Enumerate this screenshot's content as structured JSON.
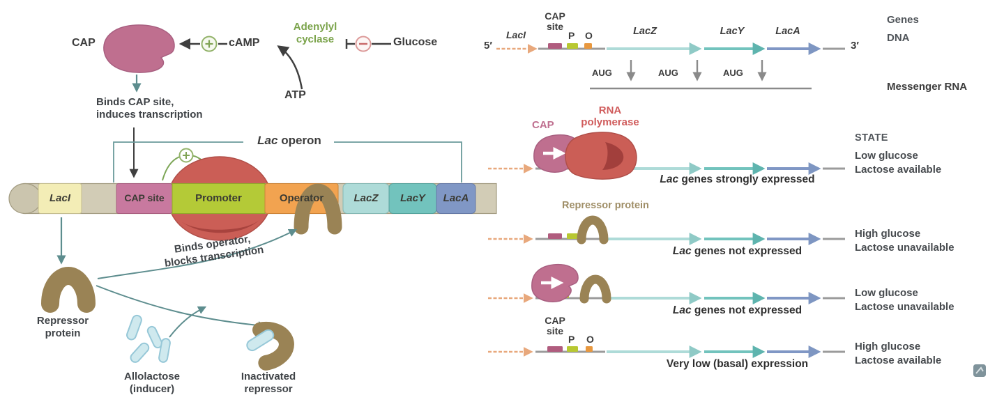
{
  "left": {
    "cap": "CAP",
    "camp": "cAMP",
    "adenylyl_cyclase": "Adenylyl\ncyclase",
    "glucose": "Glucose",
    "atp": "ATP",
    "binds_cap_note": "Binds CAP site,\ninduces transcription",
    "operon_italic": "Lac",
    "operon_rest": " operon",
    "bar": {
      "segments": [
        {
          "label": "LacI"
        },
        {
          "label": "CAP site"
        },
        {
          "label": "Promoter"
        },
        {
          "label": "Operator"
        },
        {
          "label": "LacZ"
        },
        {
          "label": "LacY"
        },
        {
          "label": "LacA"
        }
      ]
    },
    "repressor": "Repressor\nprotein",
    "binds_operator_note": "Binds operator,\nblocks transcription",
    "allolactose": "Allolactose\n(inducer)",
    "inactivated": "Inactivated\nrepressor"
  },
  "right": {
    "five_prime": "5′",
    "three_prime": "3′",
    "laci": "LacI",
    "cap_site": "CAP\nsite",
    "p": "P",
    "o": "O",
    "lacz": "LacZ",
    "lacy": "LacY",
    "laca": "LacA",
    "genes": "Genes",
    "dna": "DNA",
    "aug": "AUG",
    "mrna": "Messenger RNA",
    "cap": "CAP",
    "rna_polymerase": "RNA\npolymerase",
    "repressor_protein": "Repressor protein",
    "state_header": "STATE",
    "rows": [
      {
        "caption_italic": "Lac",
        "caption_rest": " genes strongly expressed",
        "state": "Low glucose\nLactose available"
      },
      {
        "caption_italic": "Lac",
        "caption_rest": " genes not expressed",
        "state": "High glucose\nLactose unavailable"
      },
      {
        "caption_italic": "Lac",
        "caption_rest": " genes not expressed",
        "state": "Low glucose\nLactose unavailable"
      },
      {
        "caption_italic": "",
        "caption_rest": "Very low (basal) expression",
        "state": "High glucose\nLactose available"
      }
    ]
  },
  "colors": {
    "cap_pink": "#bf6f8f",
    "rna_pol_red": "#cb5e56",
    "repressor_brown": "#9a8355",
    "activation_green": "#7da657",
    "inhibition_red": "#c96a6a",
    "enzyme_green_text": "#7aa34a",
    "arrow_teal": "#5d8d8e",
    "dna_gray": "#9b9b9b",
    "bar_tan": "#d2ccb6",
    "laci_yellow": "#f3edb6",
    "cap_site_pink": "#c8799f",
    "promoter_green": "#b4ca37",
    "operator_orange": "#f2a350",
    "lacz_teal": "#aedbd8",
    "lacy_teal": "#72c3bd",
    "laca_blue": "#8097c5",
    "allolactose_blue": "#cfe9ee"
  }
}
